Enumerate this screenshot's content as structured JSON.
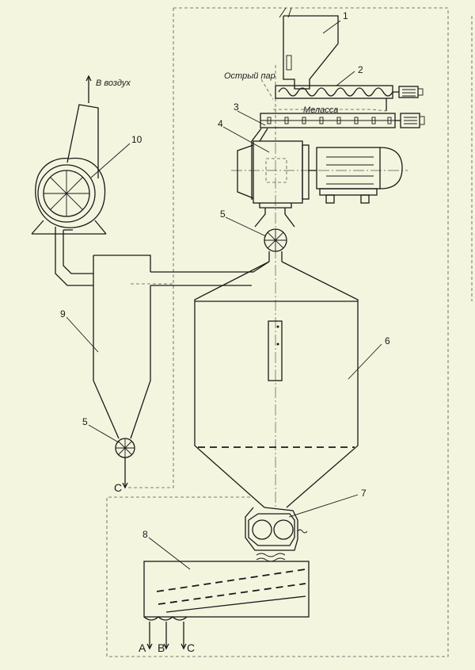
{
  "labels": {
    "to_air": "В воздух",
    "live_steam": "Острый пар",
    "molasses": "Меласса"
  },
  "outputs": {
    "a": "A",
    "b": "B",
    "c_bottom": "C",
    "c_cyclone": "C"
  },
  "part_numbers": {
    "p1": "1",
    "p2": "2",
    "p3": "3",
    "p4": "4",
    "p5_top": "5",
    "p5_cyclone": "5",
    "p6": "6",
    "p7": "7",
    "p8": "8",
    "p9": "9",
    "p10": "10"
  }
}
